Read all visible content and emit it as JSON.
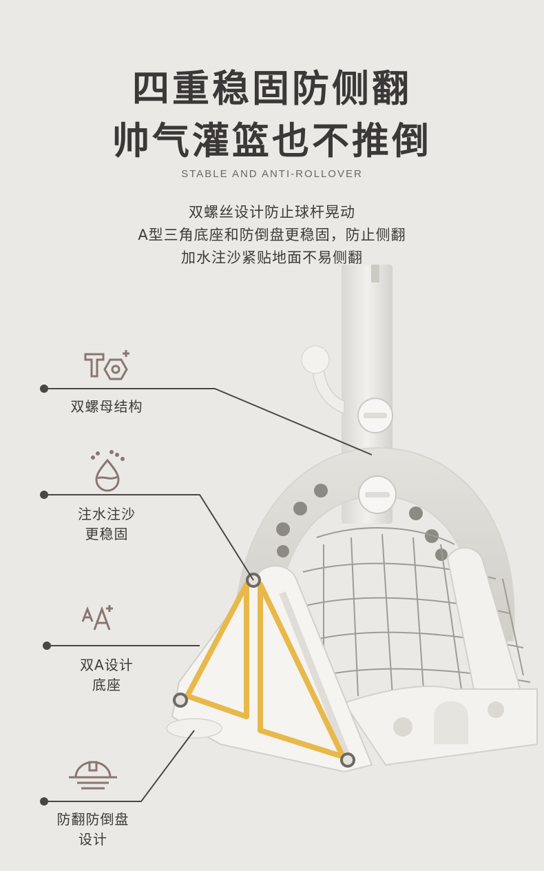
{
  "header": {
    "title_line1": "四重稳固防侧翻",
    "title_line2": "帅气灌篮也不推倒",
    "subtitle_en": "STABLE AND ANTI-ROLLOVER"
  },
  "description": {
    "line1": "双螺丝设计防止球杆晃动",
    "line2": "A型三角底座和防倒盘更稳固，防止侧翻",
    "line3": "加水注沙紧贴地面不易侧翻"
  },
  "features": [
    {
      "icon": "screw-nut-icon",
      "label_line1": "双螺母结构",
      "label_line2": ""
    },
    {
      "icon": "water-sand-icon",
      "label_line1": "注水注沙",
      "label_line2": "更稳固"
    },
    {
      "icon": "double-a-icon",
      "label_line1": "双A设计",
      "label_line2": "底座"
    },
    {
      "icon": "anti-tip-disc-icon",
      "label_line1": "防翻防倒盘",
      "label_line2": "设计"
    }
  ],
  "colors": {
    "background": "#eae9e6",
    "text": "#3e3a39",
    "line": "#4a4645",
    "accent_triangle": "#e8b94a",
    "icon_stroke": "#8a7570",
    "product_white": "#f4f3f0"
  }
}
